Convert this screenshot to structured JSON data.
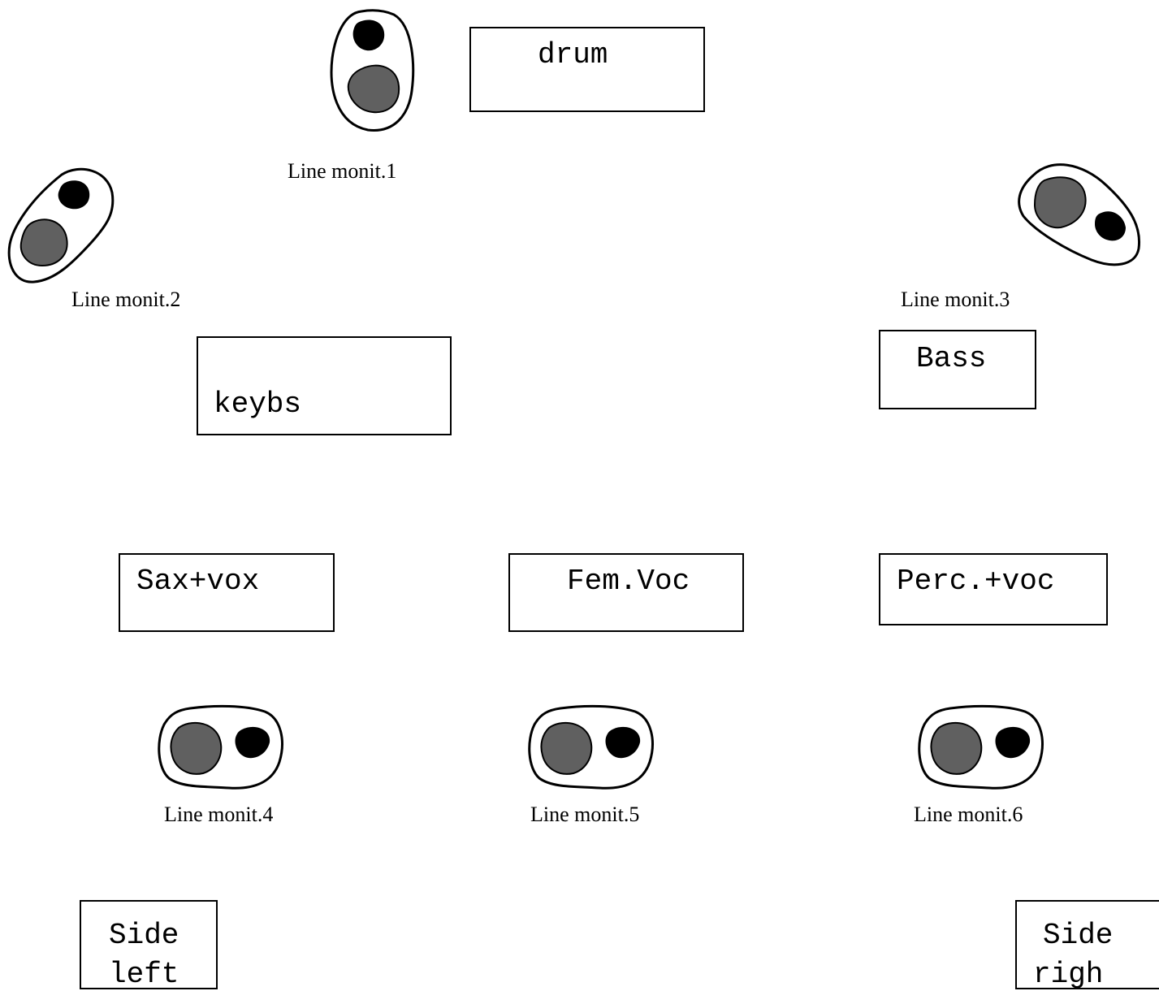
{
  "colors": {
    "outline": "#000000",
    "woofer": "#606060",
    "tweeter": "#000000",
    "background": "#ffffff"
  },
  "instruments": {
    "drum": "drum",
    "keybs": "keybs",
    "bass": "Bass",
    "sax": "Sax+vox",
    "fem": "Fem.Voc",
    "perc": "Perc.+voc",
    "side_left_line1": "Side",
    "side_left_line2": "left",
    "side_right_line1": "Side",
    "side_right_line2": "righ"
  },
  "monitors": {
    "m1": "Line monit.1",
    "m2": "Line monit.2",
    "m3": "Line monit.3",
    "m4": "Line monit.4",
    "m5": "Line monit.5",
    "m6": "Line monit.6"
  },
  "monitor_icon": "wedge-monitor-icon"
}
